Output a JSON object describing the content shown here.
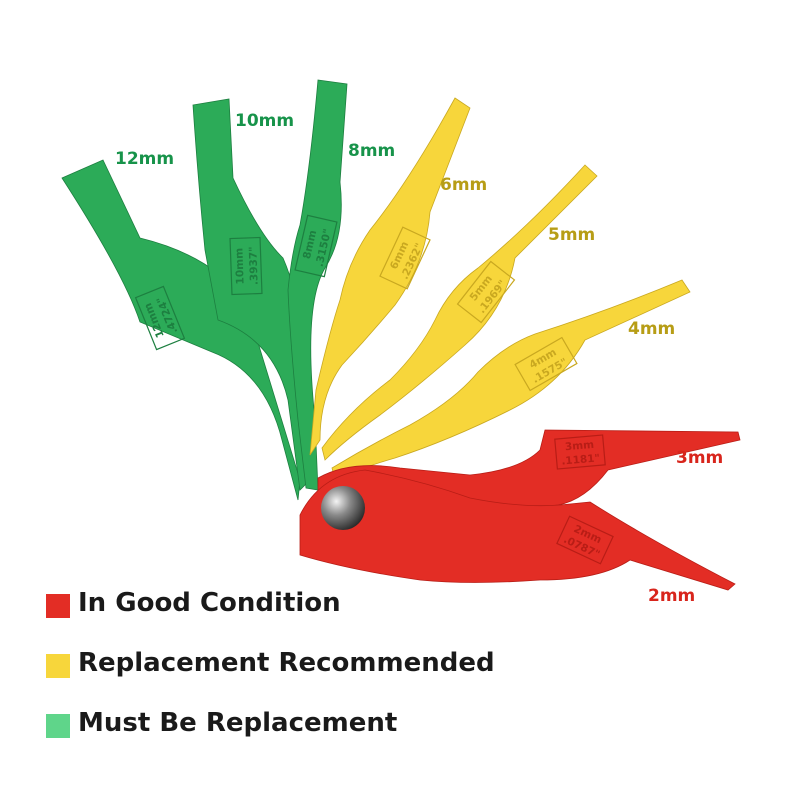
{
  "colors": {
    "red": "#e32d25",
    "yellow": "#f7d63b",
    "green": "#2cab58",
    "legend_green": "#5fd58a",
    "red_text": "#d8251c",
    "yellow_text": "#b79d16",
    "green_text": "#17934a"
  },
  "blades": [
    {
      "size": "12mm",
      "inch": ".4724\"",
      "color": "green"
    },
    {
      "size": "10mm",
      "inch": ".3937\"",
      "color": "green"
    },
    {
      "size": "8mm",
      "inch": ".3150\"",
      "color": "green"
    },
    {
      "size": "6mm",
      "inch": ".2362\"",
      "color": "yellow"
    },
    {
      "size": "5mm",
      "inch": ".1969\"",
      "color": "yellow"
    },
    {
      "size": "4mm",
      "inch": ".1575\"",
      "color": "yellow"
    },
    {
      "size": "3mm",
      "inch": ".1181\"",
      "color": "red"
    },
    {
      "size": "2mm",
      "inch": ".0787\"",
      "color": "red"
    }
  ],
  "legend": [
    {
      "label": "In Good Condition",
      "color": "red"
    },
    {
      "label": "Replacement Recommended",
      "color": "yellow"
    },
    {
      "label": "Must Be Replacement",
      "color": "green"
    }
  ]
}
